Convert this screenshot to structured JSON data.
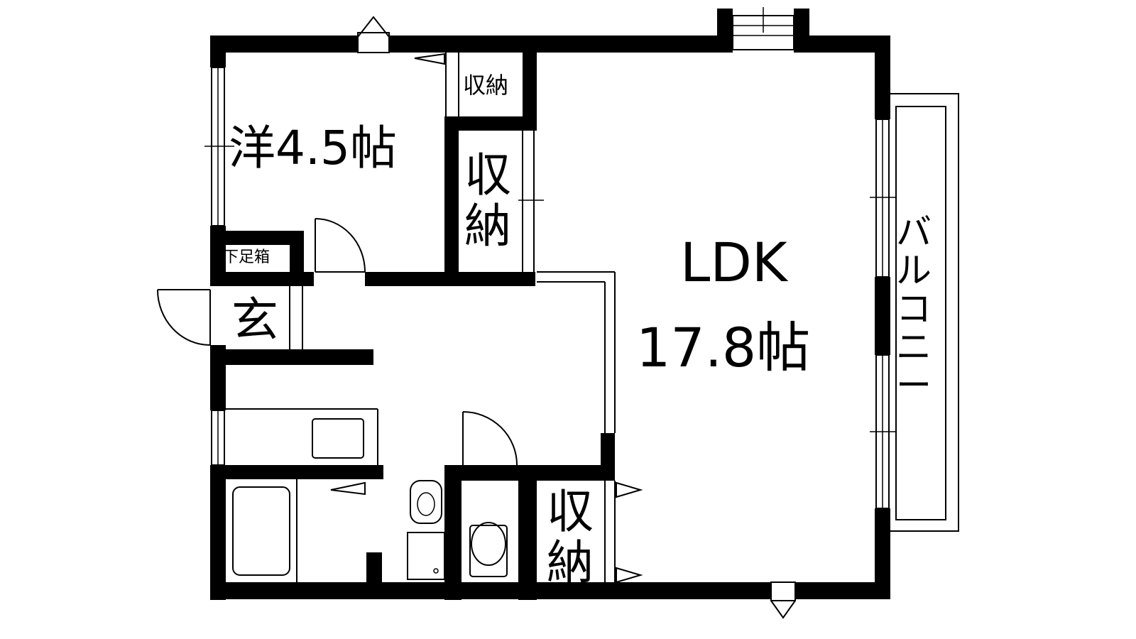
{
  "rooms": {
    "western_room": {
      "label": "洋4.5帖"
    },
    "ldk": {
      "label_line1": "LDK",
      "label_line2": "17.8帖"
    },
    "entrance": {
      "label": "玄"
    },
    "shoe_box": {
      "label": "下足箱"
    },
    "storage_top": {
      "label": "収納"
    },
    "storage_mid": {
      "line1": "収",
      "line2": "納"
    },
    "storage_bottom": {
      "line1": "収",
      "line2": "納"
    },
    "balcony": {
      "chars": [
        "バ",
        "ル",
        "コ",
        "ニ",
        "ー"
      ]
    }
  }
}
